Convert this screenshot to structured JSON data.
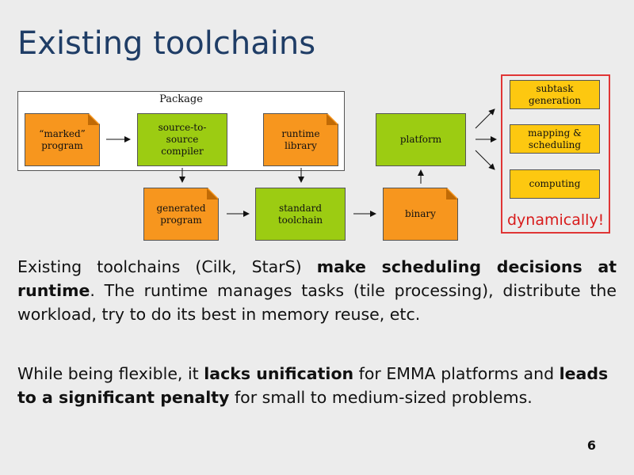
{
  "slide": {
    "title": "Existing toolchains",
    "page_number": "6"
  },
  "diagram": {
    "package_label": "Package",
    "nodes": {
      "marked_program": "“marked” program",
      "source_compiler": "source-to-source compiler",
      "runtime_library": "runtime library",
      "platform": "platform",
      "generated_program": "generated program",
      "standard_toolchain": "standard toolchain",
      "binary": "binary",
      "subtask_generation": "subtask generation",
      "mapping_scheduling": "mapping & scheduling",
      "computing": "computing"
    },
    "dynamic_label": "dynamically!",
    "colors": {
      "document_node": "#f7961e",
      "process_node": "#9ccc12",
      "runtime_task": "#fdc810",
      "highlight_frame": "#e03535"
    }
  },
  "paragraph1": {
    "t1": "Existing toolchains (Cilk, StarS) ",
    "b1": "make scheduling decisions at runtime",
    "t2": ". The runtime manages tasks (tile processing), distribute the workload, try to do its best in memory reuse, etc."
  },
  "paragraph2": {
    "t1": "While being flexible, it ",
    "b1": "lacks unification",
    "t2": " for EMMA platforms and ",
    "b2": "leads to a significant penalty",
    "t3": " for small to medium-sized problems."
  }
}
